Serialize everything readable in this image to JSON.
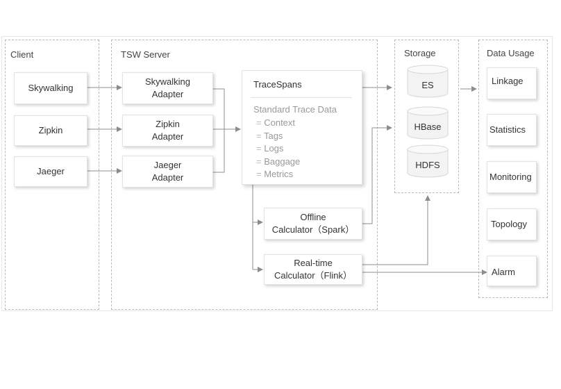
{
  "groups": {
    "client": "Client",
    "tsw_server": "TSW Server",
    "storage": "Storage",
    "data_usage": "Data Usage"
  },
  "clients": {
    "skywalking": "Skywalking",
    "zipkin": "Zipkin",
    "jaeger": "Jaeger"
  },
  "adapters": {
    "skywalking": [
      "Skywalking",
      "Adapter"
    ],
    "zipkin": [
      "Zipkin",
      "Adapter"
    ],
    "jaeger": [
      "Jaeger",
      "Adapter"
    ]
  },
  "trace_spans": {
    "title": "TraceSpans",
    "subtitle": "Standard Trace Data",
    "items": [
      "Context",
      "Tags",
      "Logs",
      "Baggage",
      "Metrics"
    ]
  },
  "calculators": {
    "offline": [
      "Offline",
      "Calculator（Spark）"
    ],
    "realtime": [
      "Real-time",
      "Calculator（Flink）"
    ]
  },
  "storage": {
    "es": "ES",
    "hbase": "HBase",
    "hdfs": "HDFS"
  },
  "data_usage": {
    "linkage": "Linkage",
    "statistics": "Statistics",
    "monitoring": "Monitoring",
    "topology": "Topology",
    "alarm": "Alarm"
  },
  "colors": {
    "arrow": "#8c8c8c",
    "group_border": "#b9b9b9",
    "muted_text": "#999999"
  }
}
